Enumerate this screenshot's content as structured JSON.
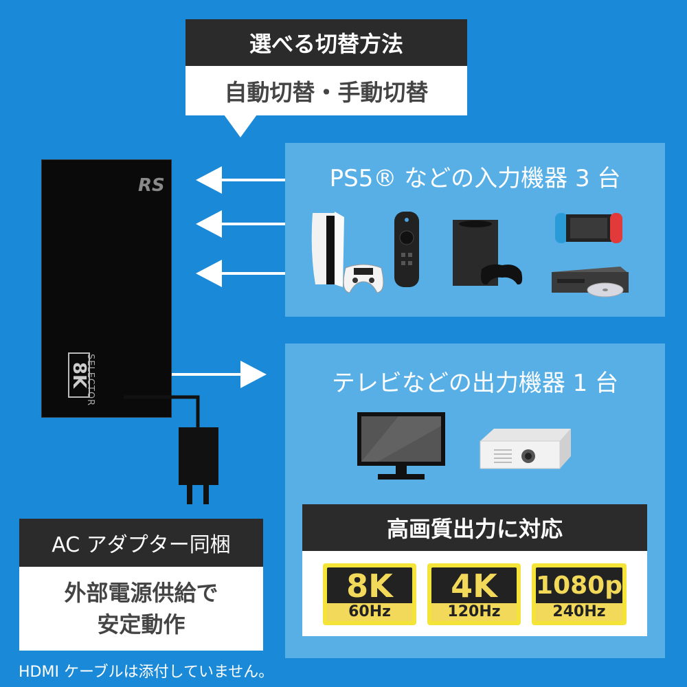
{
  "switch_method": {
    "title": "選べる切替方法",
    "value": "自動切替・手動切替"
  },
  "input": {
    "title": "PS5® などの入力機器 3 台"
  },
  "output": {
    "title": "テレビなどの出力機器 1 台"
  },
  "ac": {
    "title": "AC アダプター同梱",
    "line1": "外部電源供給で",
    "line2": "安定動作"
  },
  "quality": {
    "title": "高画質出力に対応",
    "badges": [
      {
        "big": "8K",
        "small": "60Hz"
      },
      {
        "big": "4K",
        "small": "120Hz"
      },
      {
        "big": "1080p",
        "small": "240Hz"
      }
    ]
  },
  "device": {
    "logo": "RS",
    "label": "SELECTOR",
    "badge": "8K"
  },
  "footnote": "HDMI ケーブルは添付していません。",
  "icons": [
    "ps5-console-icon",
    "controller-icon",
    "remote-icon",
    "game-console-icon",
    "handheld-console-icon",
    "blu-ray-player-icon",
    "tv-icon",
    "projector-icon",
    "ac-adapter-icon"
  ],
  "colors": {
    "background": "#1a8ad8",
    "panel": "#58afe6",
    "dark_box": "#2b2b2b",
    "badge_gold": "#f3d95a"
  }
}
